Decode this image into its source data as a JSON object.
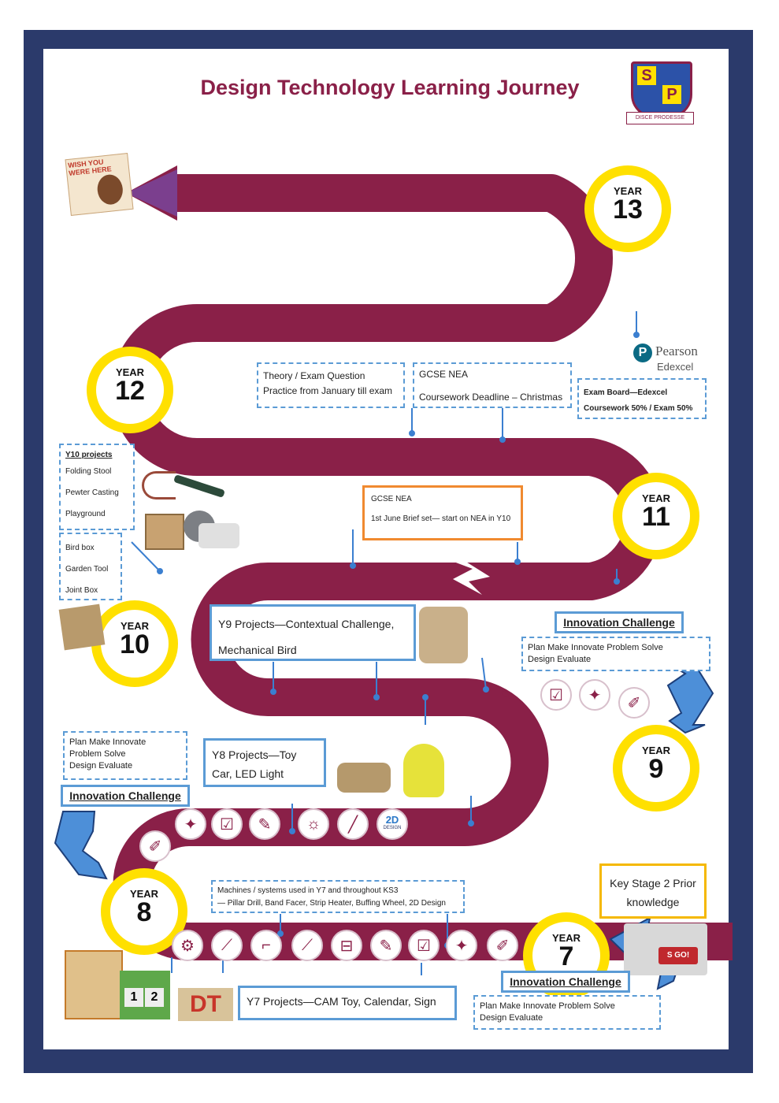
{
  "title": "Design Technology Learning Journey",
  "crest": {
    "letters": [
      "S",
      "P"
    ],
    "motto": "DISCE PRODESSE"
  },
  "postcard": {
    "text": "WISH YOU WERE HERE"
  },
  "years": {
    "y13": "13",
    "y12": "12",
    "y11": "11",
    "y10": "10",
    "y9": "9",
    "y8": "8",
    "y7": "7",
    "label": "YEAR"
  },
  "pearson": {
    "name": "Pearson",
    "sub": "Edexcel"
  },
  "exam_board": {
    "line1": "Exam Board—Edexcel",
    "line2": "Coursework 50%  /  Exam 50%"
  },
  "theory_box": {
    "text": "Theory / Exam Question Practice from January till exam"
  },
  "gcse_nea_box": {
    "line1": "GCSE NEA",
    "line2": "Coursework Deadline – Christmas"
  },
  "nea_brief": {
    "line1": "GCSE NEA",
    "line2": "1st June Brief set— start on NEA in Y10"
  },
  "y10_projects": {
    "heading": "Y10 projects",
    "items": [
      "Folding Stool",
      "Pewter Casting",
      "Playground"
    ]
  },
  "y10_projects2": {
    "items": [
      "Bird box",
      "Garden Tool",
      "Joint Box"
    ]
  },
  "y9_projects": {
    "line1": "Y9 Projects—Contextual Challenge,",
    "line2": "Mechanical Bird"
  },
  "innovation_challenge": "Innovation Challenge",
  "pmi": {
    "line1": "Plan    Make    Innovate    Problem Solve",
    "line2": "Design     Evaluate"
  },
  "pmi_left": {
    "line1": "Plan    Make    Innovate",
    "line2": "Problem Solve",
    "line3": "Design     Evaluate"
  },
  "y8_projects": {
    "text": "Y8 Projects—Toy Car, LED Light"
  },
  "machines": {
    "line1": "Machines / systems used in Y7 and throughout KS3",
    "line2": "— Pillar Drill, Band Facer, Strip Heater, Buffing Wheel, 2D Design"
  },
  "ks2": {
    "text": "Key Stage 2 Prior knowledge"
  },
  "y7_projects": {
    "text": "Y7 Projects—CAM Toy, Calendar, Sign"
  },
  "design2d": {
    "label": "2D",
    "sub": "DESIGN"
  },
  "dt_sign": "DT",
  "calendar": {
    "a": "1",
    "b": "2"
  },
  "keyboard_key": "S GO!",
  "colors": {
    "road": "#8a2048",
    "frame": "#2b3a6b",
    "yellow": "#ffe000",
    "accent_blue": "#5b9bd5",
    "arrow_blue": "#4d8fd8",
    "orange": "#f08a30",
    "ks2_border": "#f5b800"
  }
}
